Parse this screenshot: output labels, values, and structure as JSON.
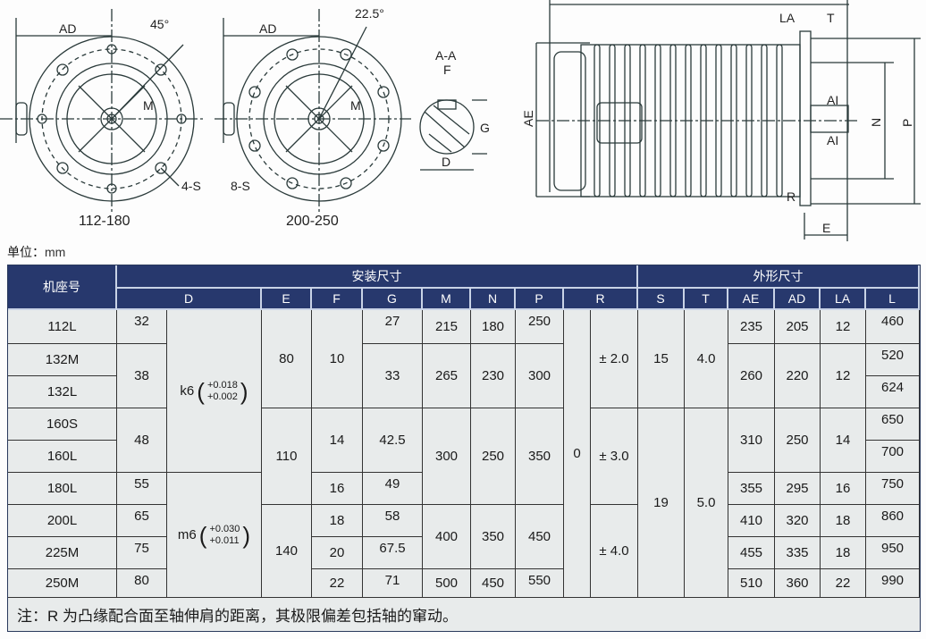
{
  "drawings": {
    "view1": {
      "caption": "112-180",
      "labels": [
        "AD",
        "45°",
        "M",
        "4-S"
      ]
    },
    "view2": {
      "caption": "200-250",
      "labels": [
        "AD",
        "22.5°",
        "M",
        "8-S"
      ]
    },
    "section": {
      "title": "A-A",
      "labels": [
        "F",
        "G",
        "D"
      ]
    },
    "side": {
      "labels": [
        "LA",
        "T",
        "AE",
        "AI",
        "AI",
        "N",
        "P",
        "R",
        "E"
      ]
    }
  },
  "unit": {
    "label": "单位：",
    "value": "mm"
  },
  "table": {
    "frame_header": "机座号",
    "install_header": "安装尺寸",
    "outline_header": "外形尺寸",
    "cols": [
      "D",
      "E",
      "F",
      "G",
      "M",
      "N",
      "P",
      "R",
      "S",
      "T",
      "AE",
      "AD",
      "LA",
      "L"
    ],
    "frames": [
      "112L",
      "132M",
      "132L",
      "160S",
      "160L",
      "180L",
      "200L",
      "225M",
      "250M"
    ],
    "D": [
      "32",
      "38",
      "48",
      "55",
      "65",
      "75",
      "80"
    ],
    "D_tol": [
      {
        "grade": "k6",
        "upper": "+0.018",
        "lower": "+0.002"
      },
      {
        "grade": "m6",
        "upper": "+0.030",
        "lower": "+0.011"
      }
    ],
    "E": [
      "80",
      "110",
      "140"
    ],
    "F": [
      "10",
      "14",
      "16",
      "18",
      "20",
      "22"
    ],
    "G": [
      "27",
      "33",
      "42.5",
      "49",
      "58",
      "67.5",
      "71"
    ],
    "M": [
      "215",
      "265",
      "300",
      "400",
      "500"
    ],
    "N": [
      "180",
      "230",
      "250",
      "350",
      "450"
    ],
    "P": [
      "250",
      "300",
      "350",
      "450",
      "550"
    ],
    "R_nominal": "0",
    "R_tol": [
      "± 2.0",
      "± 3.0",
      "± 4.0"
    ],
    "S": [
      "15",
      "19"
    ],
    "T": [
      "4.0",
      "5.0"
    ],
    "AE": [
      "235",
      "260",
      "310",
      "355",
      "410",
      "455",
      "510"
    ],
    "AD": [
      "205",
      "220",
      "250",
      "295",
      "320",
      "335",
      "360"
    ],
    "LA": [
      "12",
      "12",
      "14",
      "16",
      "18",
      "18",
      "22"
    ],
    "L": [
      "460",
      "520",
      "624",
      "650",
      "700",
      "750",
      "860",
      "950",
      "990"
    ],
    "note": "注：R 为凸缘配合面至轴伸肩的距离，其极限偏差包括轴的窜动。"
  }
}
